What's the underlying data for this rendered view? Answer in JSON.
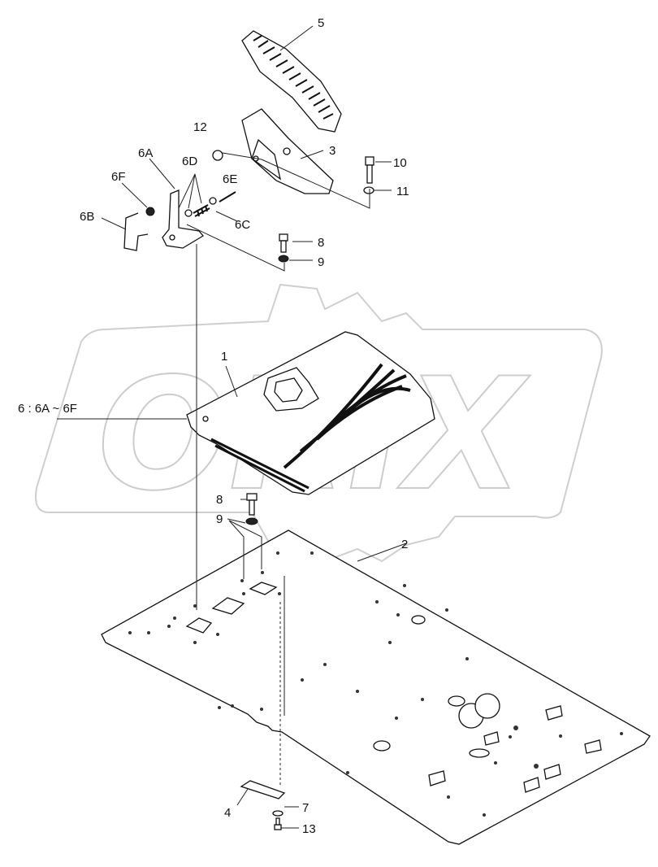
{
  "diagram": {
    "watermark": "ORIX",
    "group_note": "6 : 6A ~ 6F",
    "callouts": {
      "p1": "1",
      "p2": "2",
      "p3": "3",
      "p4": "4",
      "p5": "5",
      "p6A": "6A",
      "p6B": "6B",
      "p6C": "6C",
      "p6D": "6D",
      "p6E": "6E",
      "p6F": "6F",
      "p7": "7",
      "p8_top": "8",
      "p8_mid": "8",
      "p9_top": "9",
      "p9_mid": "9",
      "p10": "10",
      "p11": "11",
      "p12": "12",
      "p13": "13"
    }
  }
}
